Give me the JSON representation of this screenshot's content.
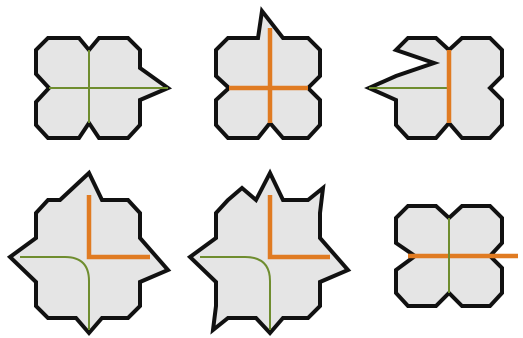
{
  "puzzle": {
    "colors": {
      "background": "#ffffff",
      "tile_fill": "#e5e5e5",
      "tile_outline": "#111111",
      "road": "#e07b22",
      "river": "#6f8d2f"
    },
    "tiles": [
      {
        "name": "tile-1",
        "clickable": true
      },
      {
        "name": "tile-2",
        "clickable": true
      },
      {
        "name": "tile-3",
        "clickable": true
      },
      {
        "name": "tile-4",
        "clickable": true
      },
      {
        "name": "tile-5",
        "clickable": true
      },
      {
        "name": "tile-6",
        "clickable": true
      }
    ]
  }
}
